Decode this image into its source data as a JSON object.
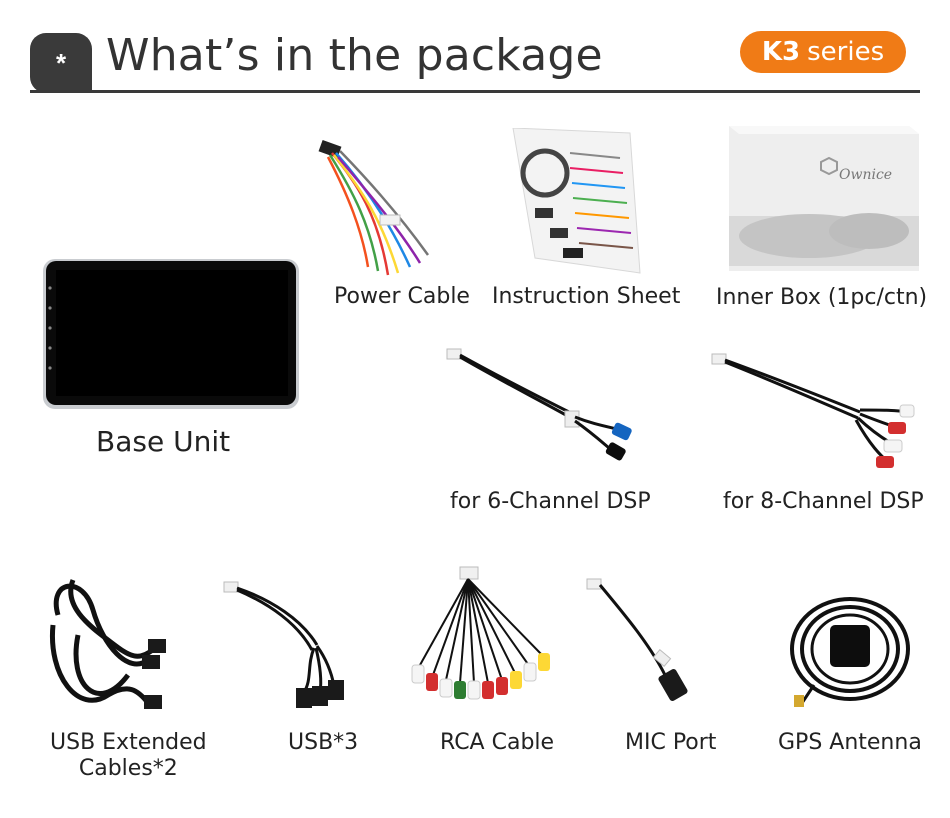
{
  "header": {
    "badge_symbol": "*",
    "title": "What’s in the package",
    "series_bold": "K3",
    "series_text": "series",
    "accent_color": "#f07b16",
    "dark_color": "#3a3a3a"
  },
  "items": {
    "base_unit": "Base Unit",
    "power_cable": "Power Cable",
    "instruction_sheet": "Instruction Sheet",
    "inner_box": "Inner Box (1pc/ctn)",
    "inner_box_brand": "Ownice",
    "dsp6": "for 6-Channel DSP",
    "dsp8": "for 8-Channel DSP",
    "usb_extended_line1": "USB Extended",
    "usb_extended_line2": "Cables*2",
    "usb3": "USB*3",
    "rca_cable": "RCA Cable",
    "mic_port": "MIC Port",
    "gps_antenna": "GPS Antenna"
  }
}
